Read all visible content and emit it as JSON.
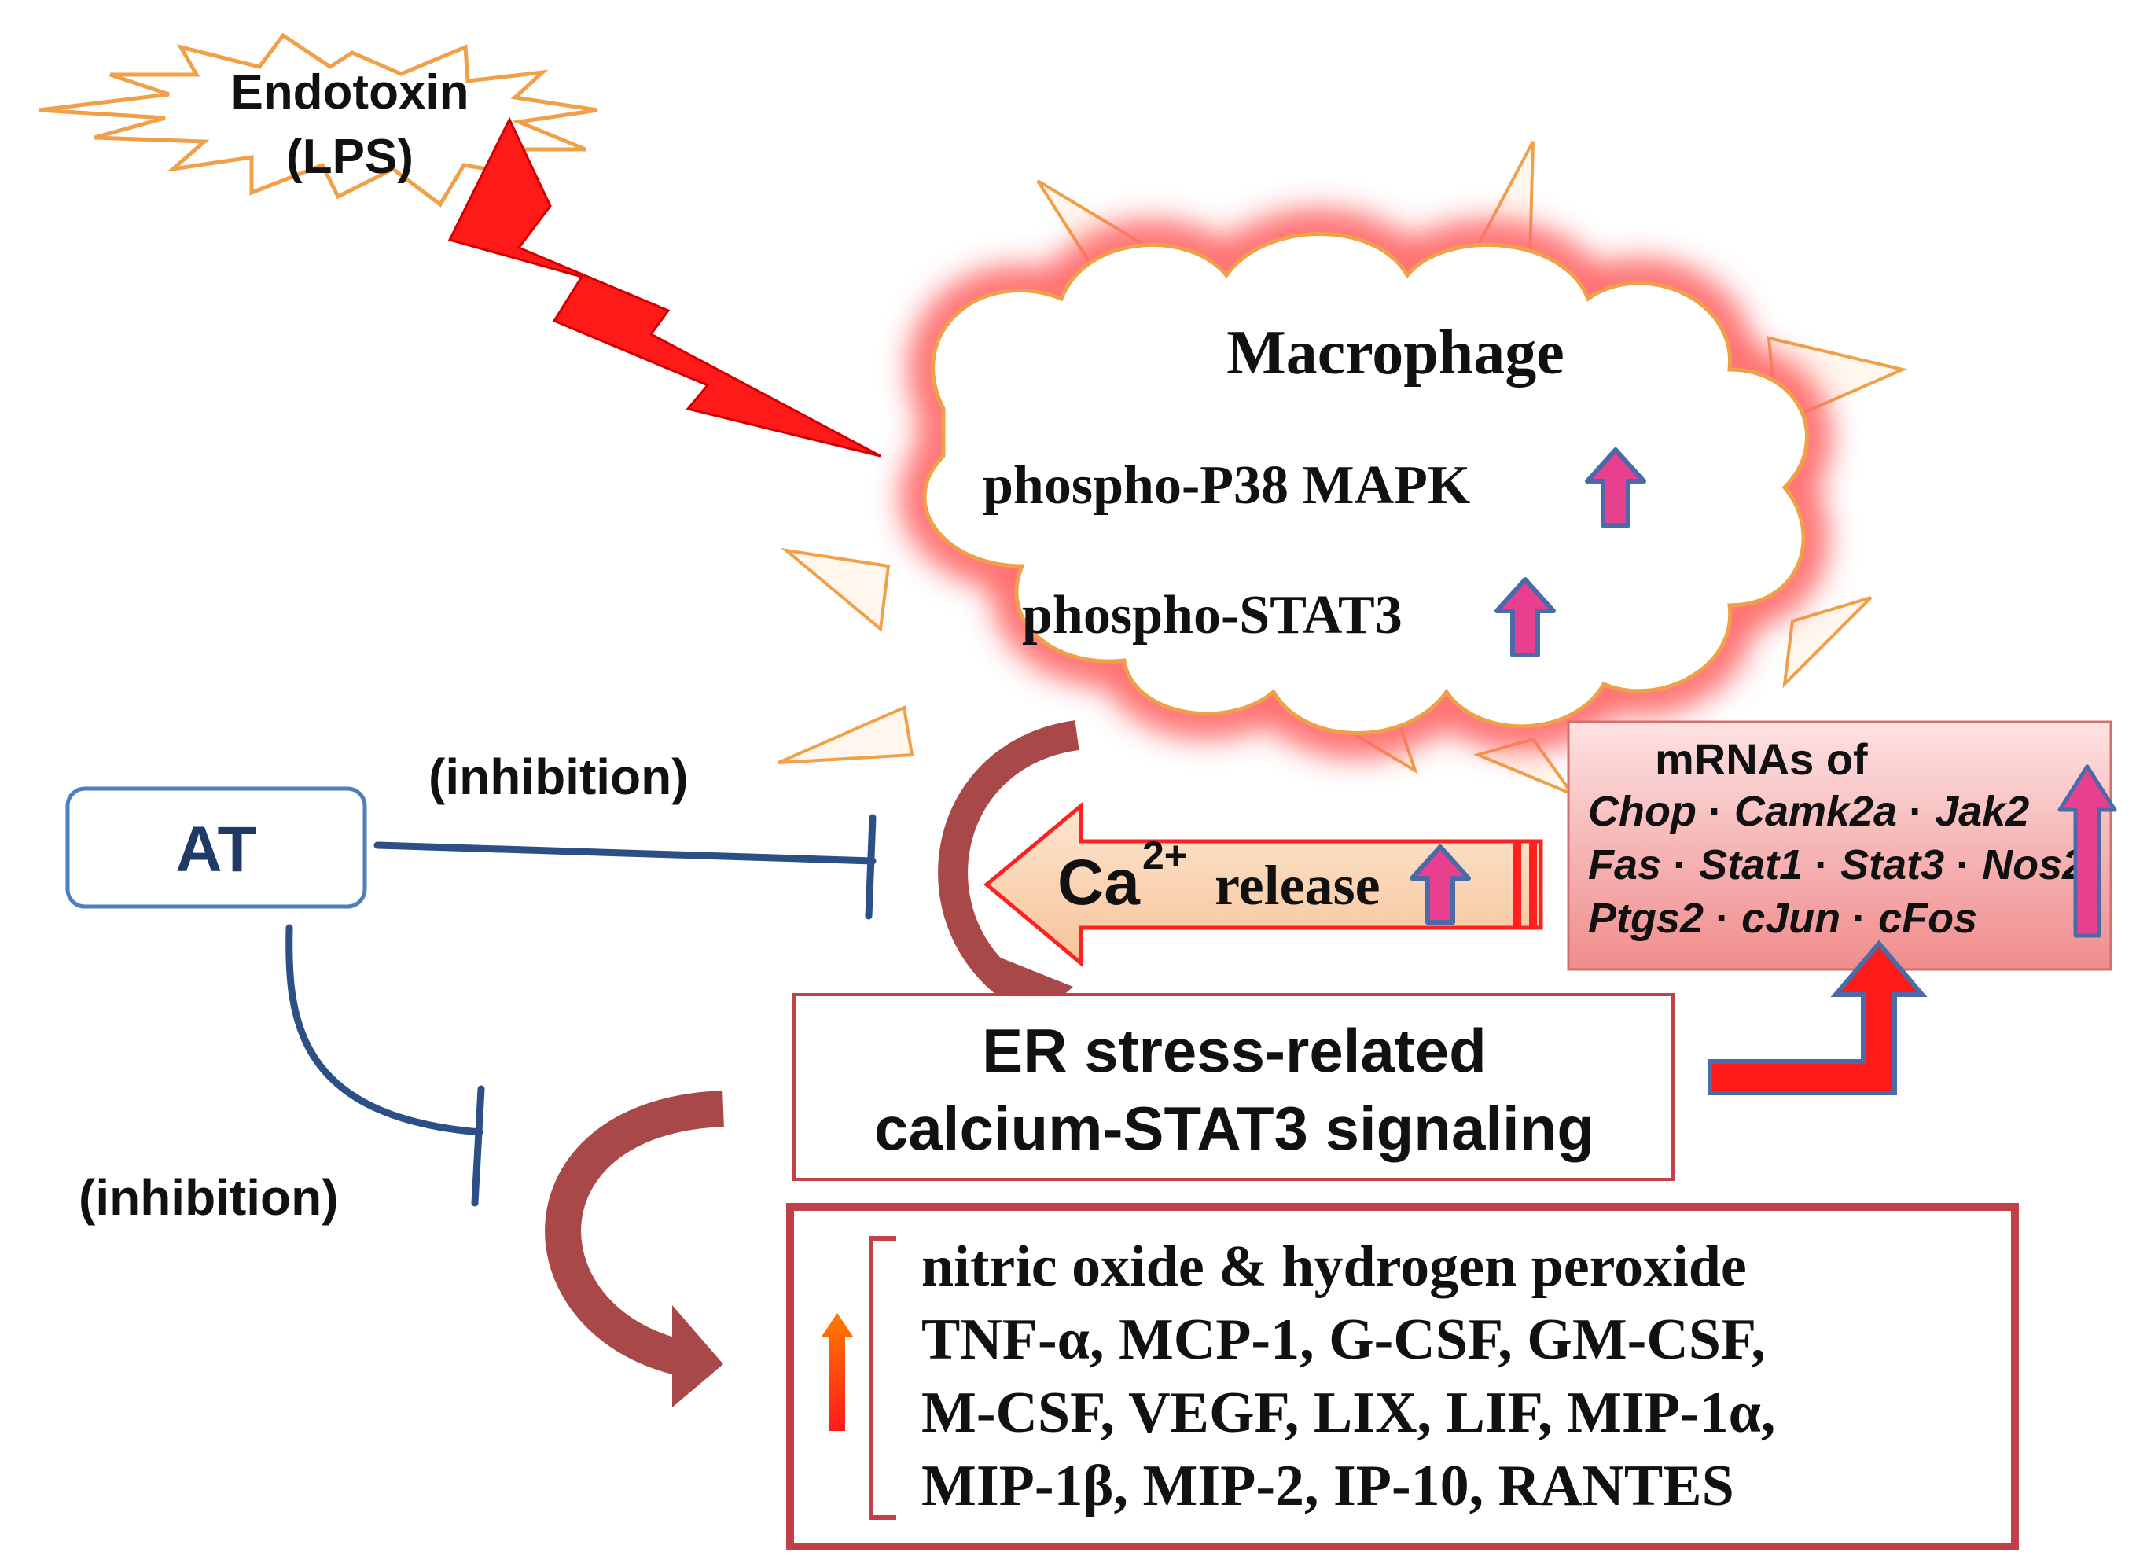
{
  "stimulus": {
    "line1": "Endotoxin",
    "line2": "(LPS)"
  },
  "macrophage": {
    "title": "Macrophage",
    "marker1": "phospho-P38 MAPK",
    "marker2": "phospho-STAT3"
  },
  "calcium": {
    "ca": "Ca",
    "superscript": "2+",
    "release": "release"
  },
  "mrna": {
    "header": "mRNAs of",
    "row1": [
      "Chop",
      "Camk2a",
      "Jak2"
    ],
    "row2": [
      "Fas",
      "Stat1",
      "Stat3",
      "Nos2"
    ],
    "row3": [
      "Ptgs2",
      "cJun",
      "cFos"
    ]
  },
  "agent": {
    "label": "AT"
  },
  "inhibition": {
    "label_top": "(inhibition)",
    "label_bottom": "(inhibition)"
  },
  "er_stress": {
    "line1": "ER stress-related",
    "line2": "calcium-STAT3 signaling"
  },
  "outputs": {
    "line1": "nitric oxide & hydrogen peroxide",
    "line2": "TNF-α, MCP-1, G-CSF, GM-CSF,",
    "line3": "M-CSF, VEGF, LIX, LIF, MIP-1α,",
    "line4": "MIP-1β, MIP-2, IP-10, RANTES"
  },
  "colors": {
    "lightning_red": "#ff1a1a",
    "burst_orange": "#f0a048",
    "cloud_glow": "#ff7070",
    "up_arrow_fill": "#e8408f",
    "up_arrow_stroke": "#4a6aa8",
    "inhibition_blue": "#2c4f86",
    "curved_arrow": "#a84848",
    "box_border": "#c0404a",
    "ca_arrow_fill": "#fbd3b0",
    "mrna_box_fill": "#f6b8b8"
  },
  "icons": [
    "lightning-bolt",
    "starburst",
    "cloud",
    "up-arrow",
    "inhibition-bar",
    "curved-arrow",
    "elbow-arrow",
    "block-arrow-left"
  ]
}
